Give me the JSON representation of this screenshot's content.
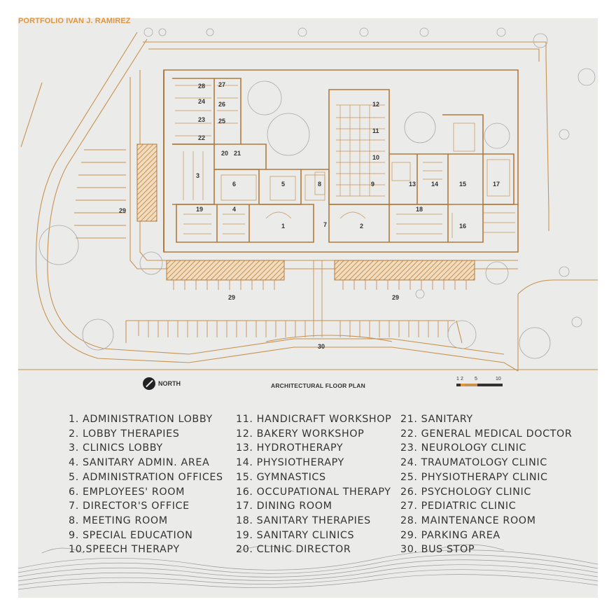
{
  "header": "PORTFOLIO IVAN J. RAMIREZ",
  "north_label": "NORTH",
  "plan_title": "ARCHITECTURAL FLOOR PLAN",
  "scale_labels": [
    "1",
    "2",
    "5",
    "10"
  ],
  "plan_labels": [
    "28",
    "27",
    "24",
    "26",
    "23",
    "25",
    "22",
    "20",
    "21",
    "12",
    "11",
    "10",
    "9",
    "8",
    "3",
    "6",
    "5",
    "13",
    "14",
    "15",
    "17",
    "19",
    "4",
    "1",
    "7",
    "2",
    "18",
    "16",
    "29",
    "29",
    "29",
    "30"
  ],
  "legend": {
    "col1": [
      "1. ADMINISTRATION LOBBY",
      "2. LOBBY THERAPIES",
      "3. CLINICS LOBBY",
      "4. SANITARY ADMIN. AREA",
      "5. ADMINISTRATION OFFICES",
      "6. EMPLOYEES' ROOM",
      "7. DIRECTOR'S OFFICE",
      "8. MEETING ROOM",
      "9. SPECIAL EDUCATION",
      "10.SPEECH THERAPY"
    ],
    "col2": [
      "11. HANDICRAFT WORKSHOP",
      "12. BAKERY WORKSHOP",
      "13. HYDROTHERAPY",
      "14. PHYSIOTHERAPY",
      "15. GYMNASTICS",
      "16. OCCUPATIONAL THERAPY",
      "17. DINING ROOM",
      "18. SANITARY THERAPIES",
      "19. SANITARY CLINICS",
      "20. CLINIC DIRECTOR"
    ],
    "col3": [
      "21. SANITARY",
      "22. GENERAL MEDICAL DOCTOR",
      "23. NEUROLOGY CLINIC",
      "24. TRAUMATOLOGY CLINIC",
      "25. PHYSIOTHERAPY CLINIC",
      "26. PSYCHOLOGY CLINIC",
      "27. PEDIATRIC CLINIC",
      "28. MAINTENANCE ROOM",
      "29. PARKING AREA",
      "30. BUS STOP"
    ]
  },
  "colors": {
    "accent": "#e0963c",
    "line": "#c8924f",
    "wall": "#b27a3d",
    "text": "#333333",
    "background": "#ebebea"
  }
}
